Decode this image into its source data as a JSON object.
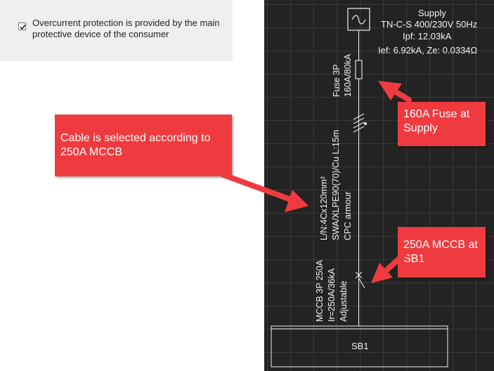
{
  "option": {
    "checked": true,
    "label": "Overcurrent protection is provided by the main protective device of the consumer"
  },
  "supply": {
    "title": "Supply",
    "system": "TN-C-S 400/230V 50Hz",
    "ipf": "Ipf: 12.03kA",
    "ief_ze": "Ief: 6.92kA, Ze: 0.0334Ω"
  },
  "fuse": {
    "line1": "Fuse 3P",
    "line2": "160A/80kA"
  },
  "cable": {
    "line1": "L/N:4Cx120mm²",
    "line2": "SWA/XLPE90(70)/Cu L:15m",
    "line3": "CPC armour"
  },
  "mccb": {
    "line1": "MCCB 3P 250A",
    "line2": "Ir=250A/36kA",
    "line3": "Adjustable"
  },
  "board": {
    "label": "SB1"
  },
  "callouts": {
    "cable": "Cable is selected according to 250A MCCB",
    "fuse": "160A Fuse at Supply",
    "mccb": "250A MCCB at SB1"
  },
  "icons": [
    "checkbox-check-icon",
    "supply-source-icon",
    "fuse-symbol-icon",
    "cable-symbol-icon",
    "mccb-symbol-icon"
  ],
  "colors": {
    "callout": "#ef3b3f",
    "canvas": "#232323",
    "line": "#f2f2f2"
  }
}
